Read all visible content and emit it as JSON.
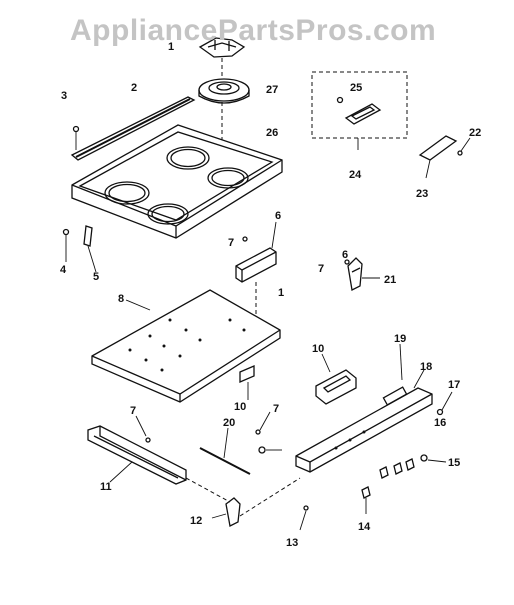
{
  "watermark": "AppliancePartsPros.com",
  "callouts": [
    {
      "id": "callout-1-knob",
      "label": "1"
    },
    {
      "id": "callout-27",
      "label": "27"
    },
    {
      "id": "callout-3",
      "label": "3"
    },
    {
      "id": "callout-2",
      "label": "2"
    },
    {
      "id": "callout-26",
      "label": "26"
    },
    {
      "id": "callout-25a",
      "label": "25"
    },
    {
      "id": "callout-24",
      "label": "24"
    },
    {
      "id": "callout-22",
      "label": "22"
    },
    {
      "id": "callout-23",
      "label": "23"
    },
    {
      "id": "callout-4",
      "label": "4"
    },
    {
      "id": "callout-5",
      "label": "5"
    },
    {
      "id": "callout-6a",
      "label": "6"
    },
    {
      "id": "callout-7a",
      "label": "7"
    },
    {
      "id": "callout-6b",
      "label": "6"
    },
    {
      "id": "callout-1b",
      "label": "1"
    },
    {
      "id": "callout-7b",
      "label": "7"
    },
    {
      "id": "callout-21",
      "label": "21"
    },
    {
      "id": "callout-8",
      "label": "8"
    },
    {
      "id": "callout-10",
      "label": "10"
    },
    {
      "id": "callout-19",
      "label": "19"
    },
    {
      "id": "callout-18",
      "label": "18"
    },
    {
      "id": "callout-17",
      "label": "17"
    },
    {
      "id": "callout-16",
      "label": "16"
    },
    {
      "id": "callout-7c",
      "label": "7"
    },
    {
      "id": "callout-7d",
      "label": "7"
    },
    {
      "id": "callout-20",
      "label": "20"
    },
    {
      "id": "callout-10b",
      "label": "10"
    },
    {
      "id": "callout-11",
      "label": "11"
    },
    {
      "id": "callout-15a",
      "label": "15"
    },
    {
      "id": "callout-12",
      "label": "12"
    },
    {
      "id": "callout-13",
      "label": "13"
    },
    {
      "id": "callout-14",
      "label": "14"
    }
  ]
}
